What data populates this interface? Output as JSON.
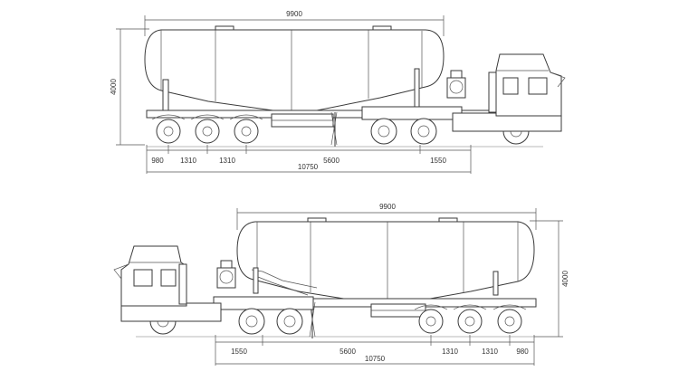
{
  "diagram": {
    "top_view": {
      "overall_length_label": "9900",
      "height_label": "4000",
      "segment_labels": [
        "980",
        "1310",
        "1310",
        "5600",
        "1550"
      ],
      "total_length_label": "10750"
    },
    "bottom_view": {
      "overall_length_label": "9900",
      "height_label": "4000",
      "segment_labels": [
        "1550",
        "5600",
        "1310",
        "1310",
        "980"
      ],
      "total_length_label": "10750"
    },
    "colors": {
      "line": "#3a3a3a",
      "background": "#ffffff"
    }
  }
}
